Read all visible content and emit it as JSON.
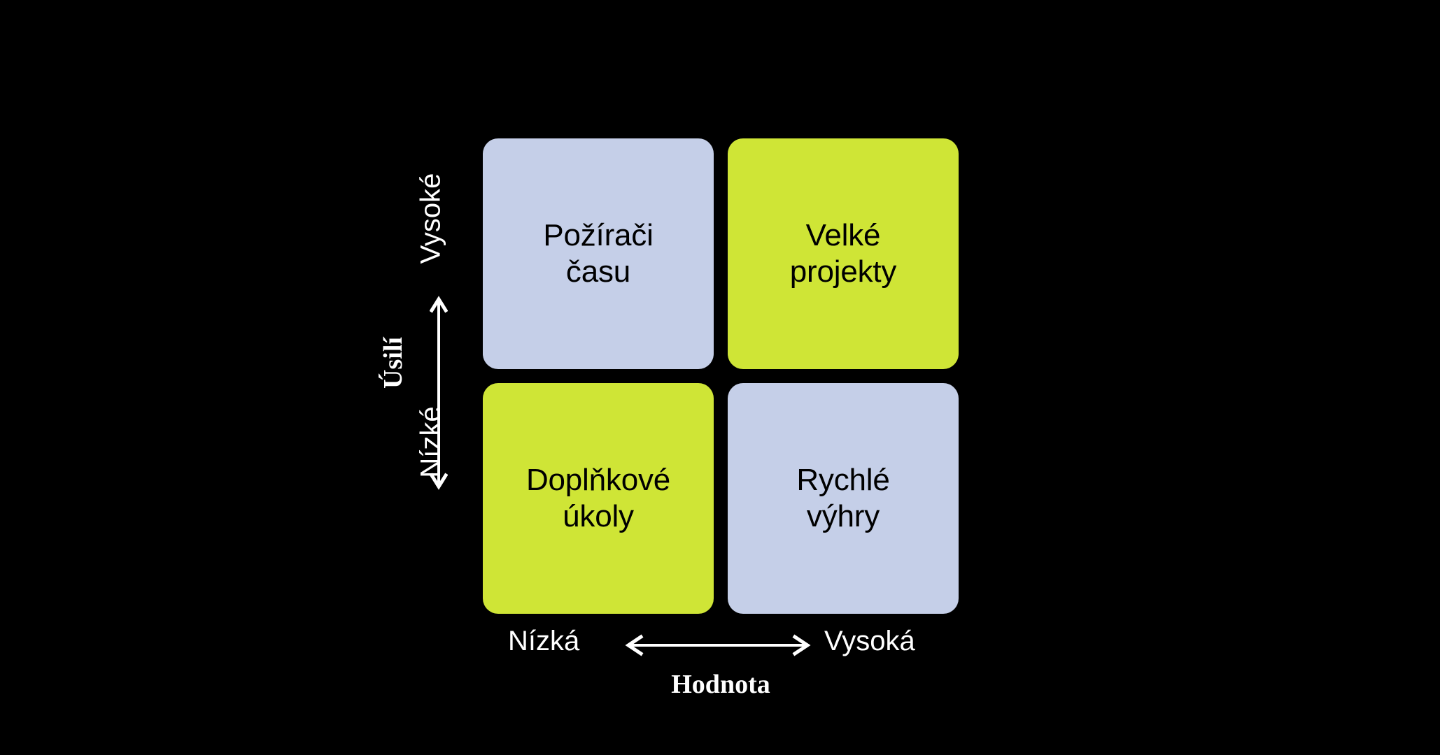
{
  "diagram": {
    "type": "2x2-priority-matrix",
    "background_color": "#000000",
    "colors": {
      "blue": "#C5CFE8",
      "green": "#CFE536",
      "text_on_tile": "#000000",
      "axis_text": "#FFFFFF",
      "arrow": "#FFFFFF"
    },
    "quadrants": [
      {
        "position": "top-left",
        "label": "Požírači\nčasu",
        "color": "#C5CFE8",
        "value": "low",
        "effort": "high"
      },
      {
        "position": "top-right",
        "label": "Velké\nprojekty",
        "color": "#CFE536",
        "value": "high",
        "effort": "high"
      },
      {
        "position": "bottom-left",
        "label": "Doplňkové\núkoly",
        "color": "#CFE536",
        "value": "low",
        "effort": "low"
      },
      {
        "position": "bottom-right",
        "label": "Rychlé\nvýhry",
        "color": "#C5CFE8",
        "value": "high",
        "effort": "low"
      }
    ],
    "y_axis": {
      "title": "Úsilí",
      "high_label": "Vysoké",
      "low_label": "Nízké",
      "arrow": "double-headed-vertical"
    },
    "x_axis": {
      "title": "Hodnota",
      "low_label": "Nízká",
      "high_label": "Vysoká",
      "arrow": "double-headed-horizontal"
    }
  }
}
